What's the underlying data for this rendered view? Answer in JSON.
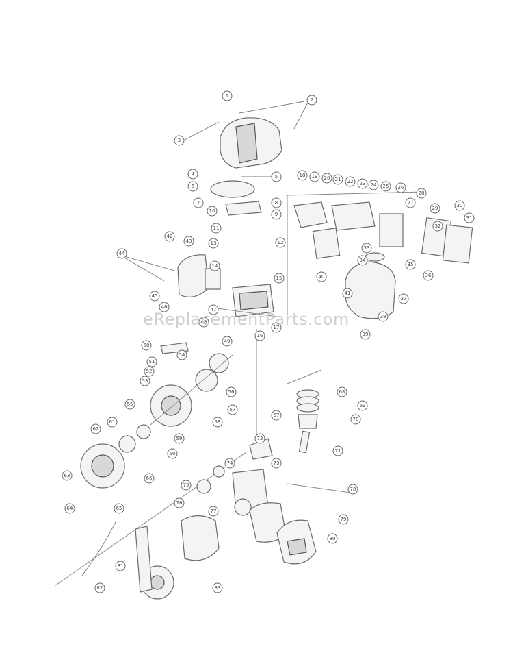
{
  "watermark": "eReplacementParts.com",
  "callouts": [
    "1",
    "2",
    "3",
    "4",
    "5",
    "6",
    "7",
    "8",
    "9",
    "10",
    "11",
    "12",
    "13",
    "14",
    "15",
    "16",
    "17",
    "18",
    "19",
    "20",
    "21",
    "22",
    "23",
    "24",
    "25",
    "26",
    "27",
    "28",
    "29",
    "30",
    "31",
    "32",
    "33",
    "34",
    "35",
    "36",
    "37",
    "38",
    "39",
    "40",
    "41",
    "42",
    "43",
    "44",
    "45",
    "46",
    "47",
    "48",
    "49",
    "50",
    "51",
    "52",
    "53",
    "54",
    "55",
    "56",
    "57",
    "58",
    "59",
    "60",
    "61",
    "62",
    "63",
    "64",
    "65",
    "66",
    "67",
    "68",
    "69",
    "70",
    "71",
    "72",
    "73",
    "74",
    "75",
    "76",
    "77",
    "78",
    "79",
    "80",
    "81",
    "82",
    "83"
  ]
}
